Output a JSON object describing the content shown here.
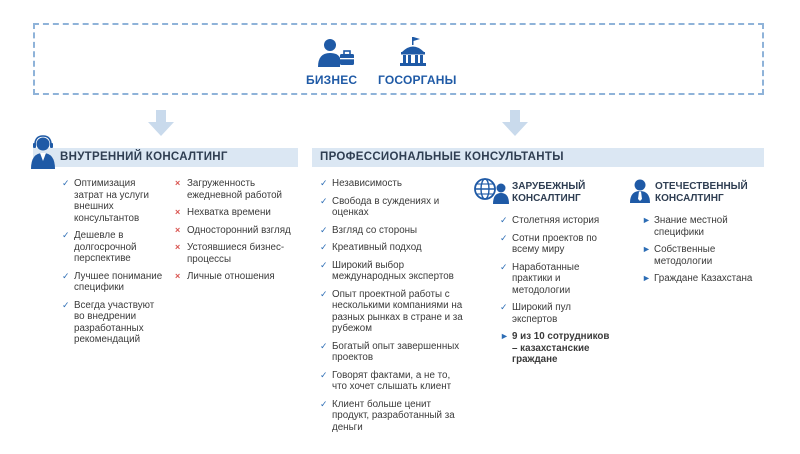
{
  "top": {
    "business_label": "БИЗНЕС",
    "government_label": "ГОСОРГАНЫ"
  },
  "internal": {
    "title": "ВНУТРЕННИЙ КОНСАЛТИНГ",
    "pros": [
      "Оптимизация затрат на услуги внешних консультантов",
      "Дешевле в долгосрочной перспективе",
      "Лучшее понимание специфики",
      "Всегда участвуют во внедрении разработанных рекомендаций"
    ],
    "cons": [
      "Загруженность ежедневной работой",
      "Нехватка времени",
      "Односторонний взгляд",
      "Устоявшиеся бизнес-процессы",
      "Личные отношения"
    ]
  },
  "professional": {
    "title": "ПРОФЕССИОНАЛЬНЫЕ  КОНСУЛЬТАНТЫ",
    "items": [
      "Независимость",
      "Свобода в суждениях и оценках",
      "Взгляд со стороны",
      "Креативный подход",
      "Широкий выбор международных экспертов",
      "Опыт проектной работы с несколькими компаниями на разных рынках в стране и за рубежом",
      "Богатый опыт завершенных проектов",
      "Говорят фактами, а не то, что хочет слышать клиент",
      "Клиент больше ценит продукт, разработанный за деньги"
    ],
    "foreign": {
      "title_line1": "ЗАРУБЕЖНЫЙ",
      "title_line2": "КОНСАЛТИНГ",
      "items": [
        "Столетняя история",
        "Сотни проектов по всему миру",
        "Наработанные практики и методологии",
        "Широкий пул экспертов"
      ],
      "highlight": "9 из 10 сотрудников – казахстанские граждане"
    },
    "domestic": {
      "title_line1": "ОТЕЧЕСТВЕННЫЙ",
      "title_line2": "КОНСАЛТИНГ",
      "items": [
        "Знание местной специфики",
        "Собственные методологии",
        "Граждане Казахстана"
      ]
    }
  },
  "colors": {
    "accent_blue": "#1f5aa6",
    "band_bg": "#dbe7f3",
    "arrow": "#c9daec",
    "dashed_border": "#8fb3d9",
    "cross_red": "#d9534f"
  }
}
